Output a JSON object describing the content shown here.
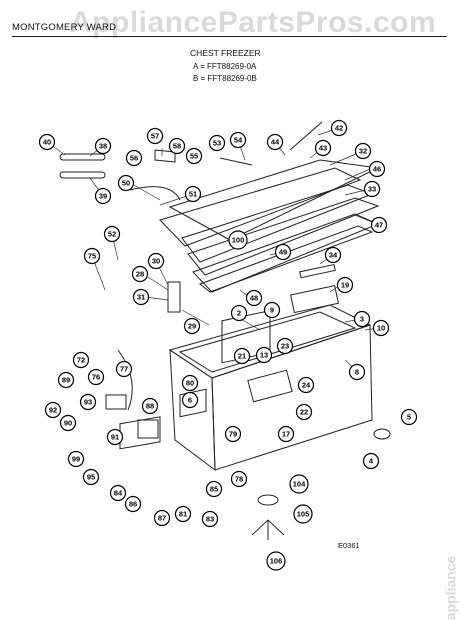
{
  "header": {
    "brand": "MONTGOMERY WARD",
    "watermark": "AppliancePartsPros.com",
    "watermark_small": "appliance"
  },
  "diagram": {
    "title": "CHEST FREEZER",
    "models": [
      "A = FFT88269-0A",
      "B = FFT88269-0B"
    ],
    "drawing_code": "E0361"
  },
  "callouts": [
    "40",
    "38",
    "39",
    "57",
    "58",
    "56",
    "55",
    "53",
    "54",
    "44",
    "42",
    "43",
    "32",
    "46",
    "33",
    "47",
    "50",
    "51",
    "52",
    "100",
    "49",
    "34",
    "75",
    "30",
    "28",
    "31",
    "29",
    "19",
    "48",
    "2",
    "9",
    "3",
    "10",
    "72",
    "21",
    "13",
    "23",
    "89",
    "76",
    "77",
    "80",
    "93",
    "92",
    "88",
    "6",
    "90",
    "91",
    "99",
    "95",
    "84",
    "86",
    "87",
    "81",
    "83",
    "85",
    "78",
    "79",
    "17",
    "22",
    "24",
    "8",
    "5",
    "4",
    "104",
    "105",
    "106"
  ]
}
